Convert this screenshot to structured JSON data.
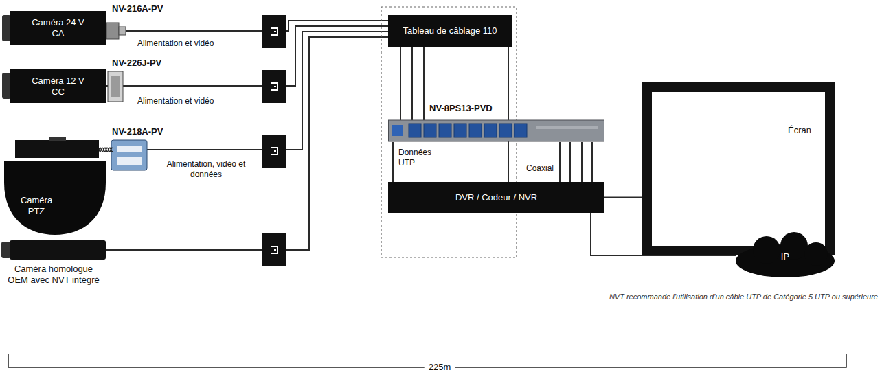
{
  "diagram": {
    "nodes": [
      {
        "text": [
          "Caméra 24 V CA"
        ]
      },
      {
        "text": [
          "Caméra 12 V CC"
        ]
      },
      {
        "text": [
          "Caméra PTZ"
        ]
      },
      {
        "text": [
          "Caméra homologue OEM avec NVT intégré"
        ]
      },
      {
        "text": [
          "Tableau de câblage 110"
        ]
      },
      {
        "text": [
          "NV-8PS13-PVD"
        ]
      },
      {
        "text": [
          "DVR / Codeur / NVR"
        ]
      },
      {
        "text": [
          "Écran"
        ]
      },
      {
        "text": [
          "IP"
        ]
      }
    ],
    "edges": [
      {
        "from": 0,
        "to": 4,
        "arrow": "none",
        "label": "Alimentation et vidéo"
      },
      {
        "from": 1,
        "to": 4,
        "arrow": "none",
        "label": "Alimentation et vidéo"
      },
      {
        "from": 2,
        "to": 4,
        "arrow": "none",
        "label": "Alimentation, vidéo et données"
      },
      {
        "from": 3,
        "to": 4,
        "arrow": "none"
      },
      {
        "from": 4,
        "to": 5,
        "arrow": "none"
      },
      {
        "from": 4,
        "to": 6,
        "arrow": "none"
      },
      {
        "from": 5,
        "to": 6,
        "arrow": "none",
        "label": "Données UTP"
      },
      {
        "from": 5,
        "to": 6,
        "arrow": "none",
        "label": "Coaxial"
      },
      {
        "from": 6,
        "to": 7,
        "arrow": "none"
      },
      {
        "from": 6,
        "to": 8,
        "arrow": "none"
      }
    ],
    "labels": [
      "NV-216A-PV",
      "NV-226J-PV",
      "NV-218A-PV",
      "NVT recommande l’utilisation d’un câble UTP de Catégorie 5 UTP ou supérieure",
      "225m"
    ]
  }
}
